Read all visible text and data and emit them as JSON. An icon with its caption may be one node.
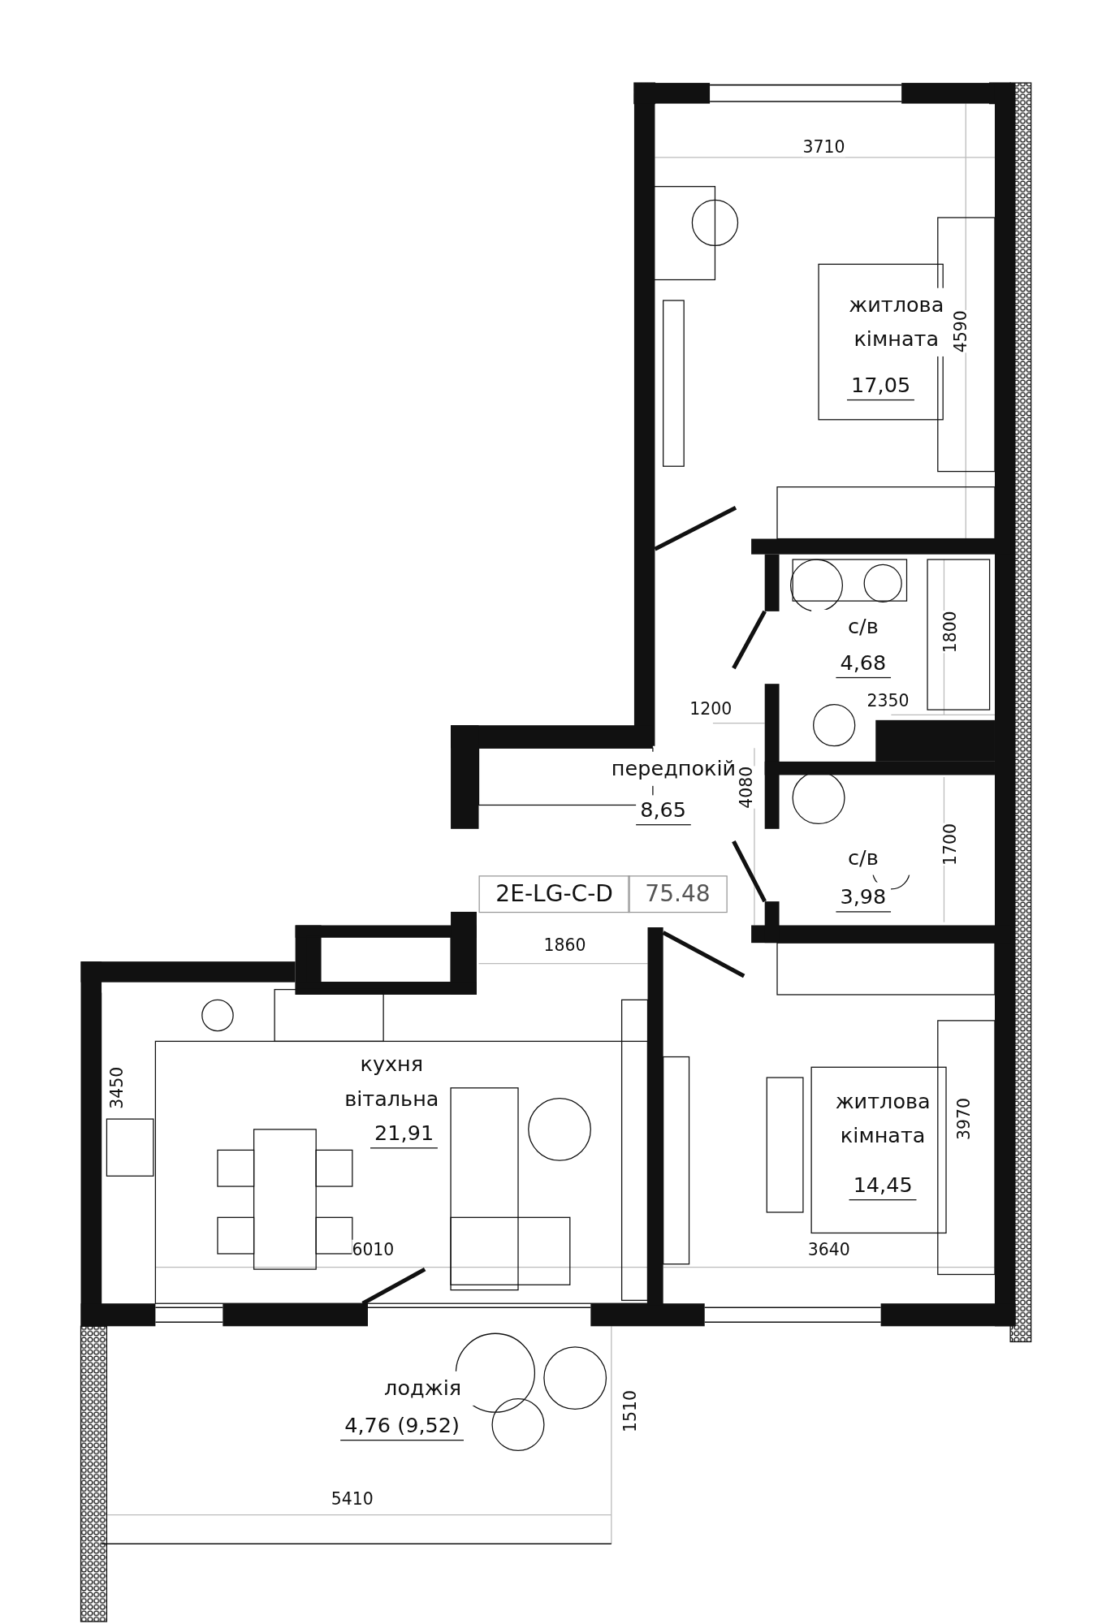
{
  "diagram": {
    "nodes": [
      {
        "text": [
          "житлова кімната",
          "17,05"
        ]
      },
      {
        "text": [
          "с/в",
          "4,68"
        ]
      },
      {
        "text": [
          "передпокій",
          "8,65"
        ]
      },
      {
        "text": [
          "с/в",
          "3,98"
        ]
      },
      {
        "text": [
          "кухня вітальна",
          "21,91"
        ]
      },
      {
        "text": [
          "житлова кімната",
          "14,45"
        ]
      },
      {
        "text": [
          "лоджія",
          "4,76 (9,52)"
        ]
      }
    ],
    "edges": [],
    "labels": [
      "3710",
      "4590",
      "1800",
      "2350",
      "1200",
      "4080",
      "1700",
      "2E-LG-C-D",
      "75.48",
      "1860",
      "3450",
      "3970",
      "6010",
      "3640",
      "1510",
      "5410"
    ]
  }
}
